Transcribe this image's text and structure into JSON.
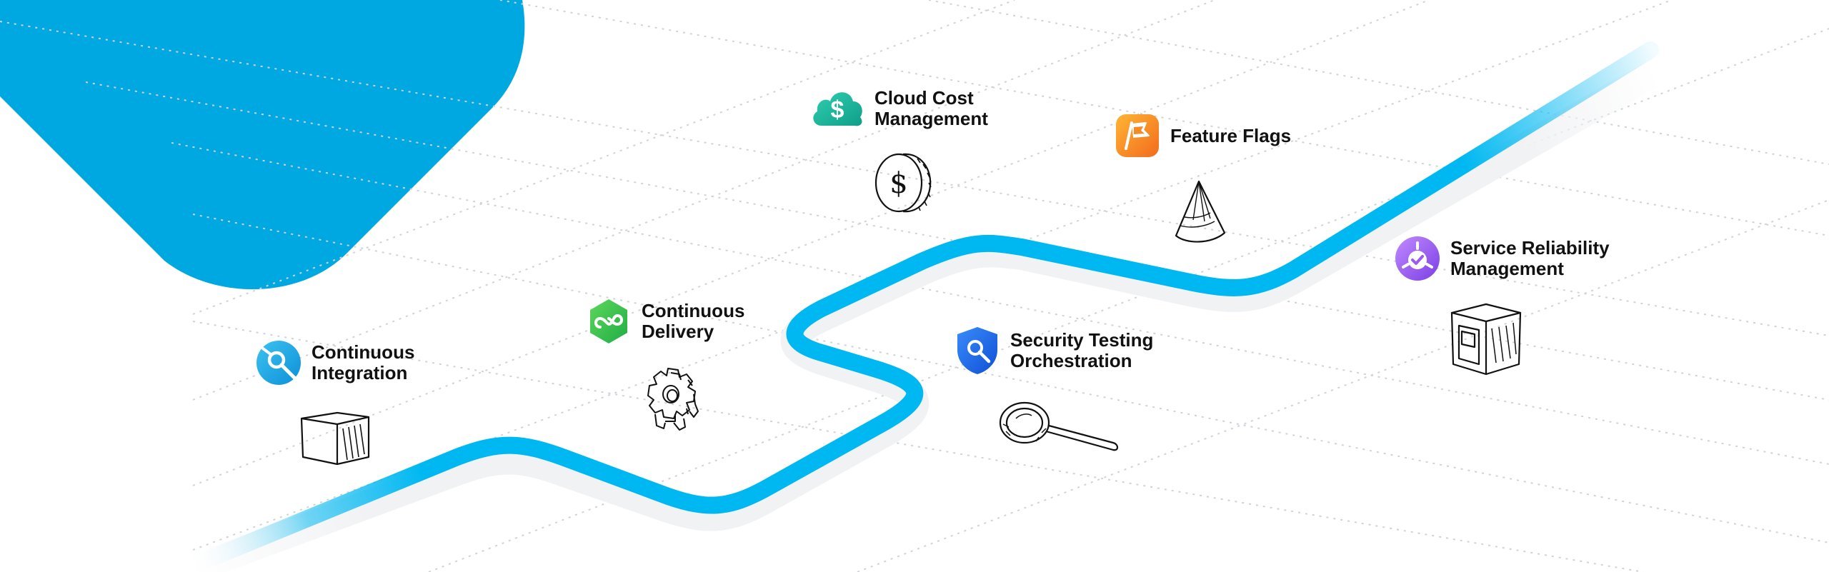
{
  "colors": {
    "blob": "#00a8e1",
    "pipeline": "#00b8f1",
    "pipeline_shadow": "#f1f2f4",
    "grid": "#cfd3d8",
    "ci_badge": "#1a9fe0",
    "cd_badge": "#2ec54f",
    "ccm_badge": "#14b39a",
    "ff_badge": "#f79a1f",
    "sto_badge": "#1567e8",
    "srm_badge": "#9b5cf0",
    "label_text": "#111111"
  },
  "modules": [
    {
      "id": "ci",
      "line1": "Continuous",
      "line2": "Integration",
      "icon": "magnifier-badge-icon",
      "sketch": "box-sketch-icon"
    },
    {
      "id": "cd",
      "line1": "Continuous",
      "line2": "Delivery",
      "icon": "infinity-badge-icon",
      "sketch": "gear-sketch-icon"
    },
    {
      "id": "ccm",
      "line1": "Cloud Cost",
      "line2": "Management",
      "icon": "cloud-dollar-badge-icon",
      "sketch": "coin-sketch-icon"
    },
    {
      "id": "ff",
      "line1": "Feature Flags",
      "line2": "",
      "icon": "flag-badge-icon",
      "sketch": "cone-sketch-icon"
    },
    {
      "id": "sto",
      "line1": "Security Testing",
      "line2": "Orchestration",
      "icon": "shield-badge-icon",
      "sketch": "magnifying-glass-sketch-icon"
    },
    {
      "id": "srm",
      "line1": "Service Reliability",
      "line2": "Management",
      "icon": "check-circle-badge-icon",
      "sketch": "window-box-sketch-icon"
    }
  ]
}
